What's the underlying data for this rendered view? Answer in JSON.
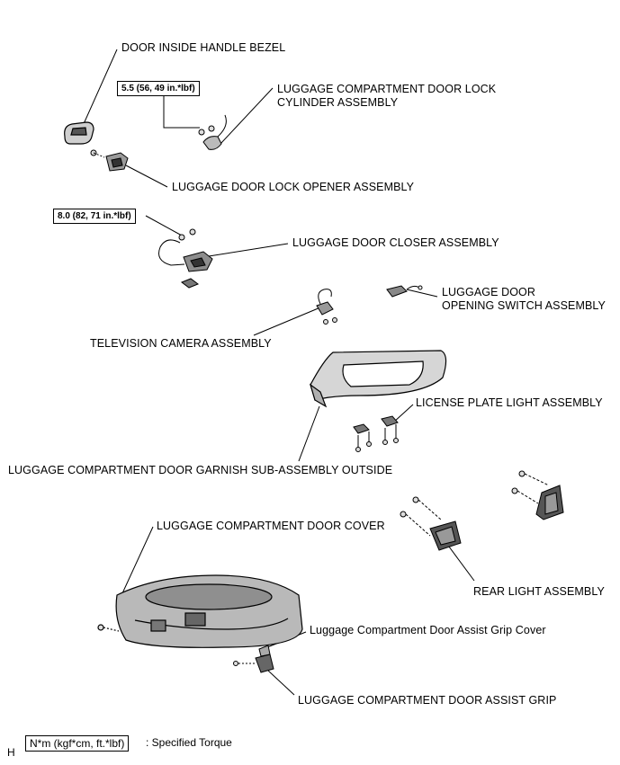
{
  "labels": {
    "door_inside_handle_bezel": "DOOR INSIDE HANDLE BEZEL",
    "lock_cylinder": "LUGGAGE COMPARTMENT DOOR LOCK\nCYLINDER ASSEMBLY",
    "lock_opener": "LUGGAGE DOOR LOCK OPENER ASSEMBLY",
    "door_closer": "LUGGAGE DOOR CLOSER ASSEMBLY",
    "opening_switch": "LUGGAGE DOOR\nOPENING SWITCH ASSEMBLY",
    "tv_camera": "TELEVISION CAMERA ASSEMBLY",
    "license_plate_light": "LICENSE PLATE LIGHT ASSEMBLY",
    "garnish_outside": "LUGGAGE COMPARTMENT DOOR GARNISH SUB-ASSEMBLY OUTSIDE",
    "door_cover": "LUGGAGE COMPARTMENT DOOR COVER",
    "rear_light": "REAR LIGHT ASSEMBLY",
    "assist_grip_cover": "Luggage Compartment Door Assist Grip Cover",
    "assist_grip": "LUGGAGE COMPARTMENT DOOR ASSIST GRIP"
  },
  "torques": {
    "lock_cylinder_torque": "5.5 (56, 49 in.*lbf)",
    "closer_torque": "8.0 (82, 71 in.*lbf)"
  },
  "legend": {
    "units": "N*m (kgf*cm, ft.*lbf)",
    "description": ": Specified Torque",
    "corner_letter": "H"
  }
}
